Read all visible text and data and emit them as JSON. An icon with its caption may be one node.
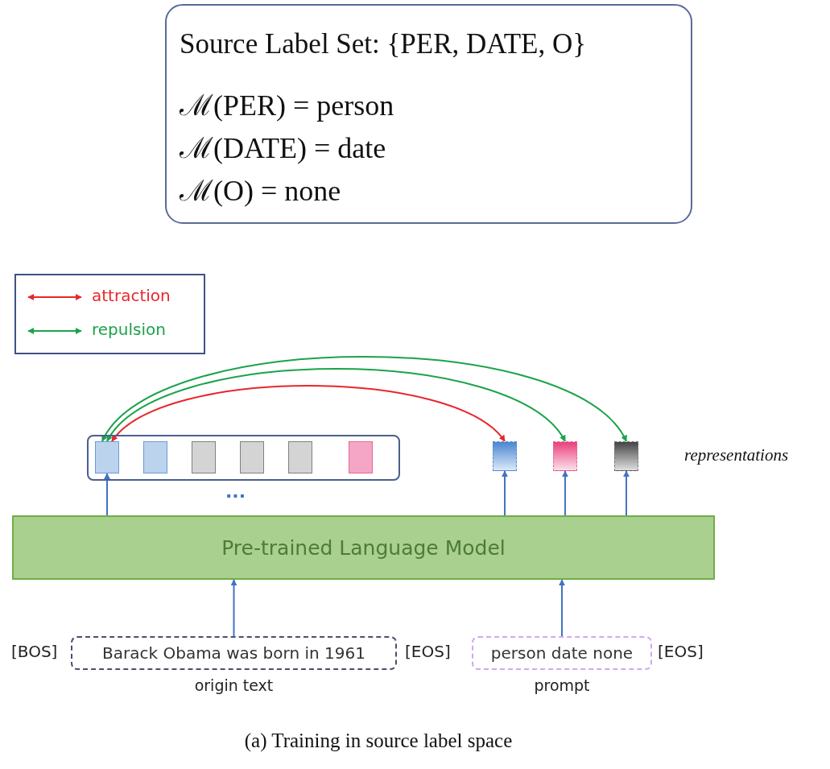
{
  "diagram": {
    "caption": "(a) Training in source label space",
    "nodes": [
      {
        "text": [
          "Source Label Set: {PER, DATE, O}",
          "ℳ(PER) = person",
          "ℳ(DATE) = date",
          "ℳ(O) = none"
        ]
      },
      {
        "text": [],
        "shape": "box"
      },
      {
        "text": [],
        "shape": "box",
        "in": 1
      },
      {
        "text": [],
        "shape": "box",
        "in": 1
      },
      {
        "text": [],
        "shape": "box",
        "in": 1
      },
      {
        "text": [],
        "shape": "box",
        "in": 1
      },
      {
        "text": [],
        "shape": "box",
        "in": 1
      },
      {
        "text": [],
        "shape": "box",
        "in": 1
      },
      {
        "text": [],
        "shape": "box"
      },
      {
        "text": [],
        "shape": "box"
      },
      {
        "text": [],
        "shape": "box"
      },
      {
        "text": [
          "Pre-trained Language Model"
        ]
      },
      {
        "text": [
          "Barack Obama was born in 1961"
        ],
        "beside": [
          "origin text"
        ]
      },
      {
        "text": [
          "person date none"
        ],
        "beside": [
          "prompt"
        ]
      }
    ],
    "edges": [
      {
        "from": 11,
        "to": 2,
        "arrow": "to"
      },
      {
        "from": 11,
        "to": 8,
        "arrow": "to"
      },
      {
        "from": 11,
        "to": 9,
        "arrow": "to"
      },
      {
        "from": 11,
        "to": 10,
        "arrow": "to"
      },
      {
        "from": 12,
        "to": 11,
        "arrow": "to"
      },
      {
        "from": 13,
        "to": 11,
        "arrow": "to"
      },
      {
        "from": 2,
        "to": 8,
        "arrow": "both",
        "color": "#e8262a"
      },
      {
        "from": 2,
        "to": 9,
        "arrow": "both",
        "color": "#1aa34a"
      },
      {
        "from": 2,
        "to": 10,
        "arrow": "both",
        "color": "#1aa34a"
      }
    ],
    "labels": [
      "representations",
      "...",
      "[BOS]",
      "[EOS]",
      "[EOS]"
    ],
    "legend": [
      {
        "text": "attraction"
      },
      {
        "text": "repulsion"
      }
    ]
  }
}
